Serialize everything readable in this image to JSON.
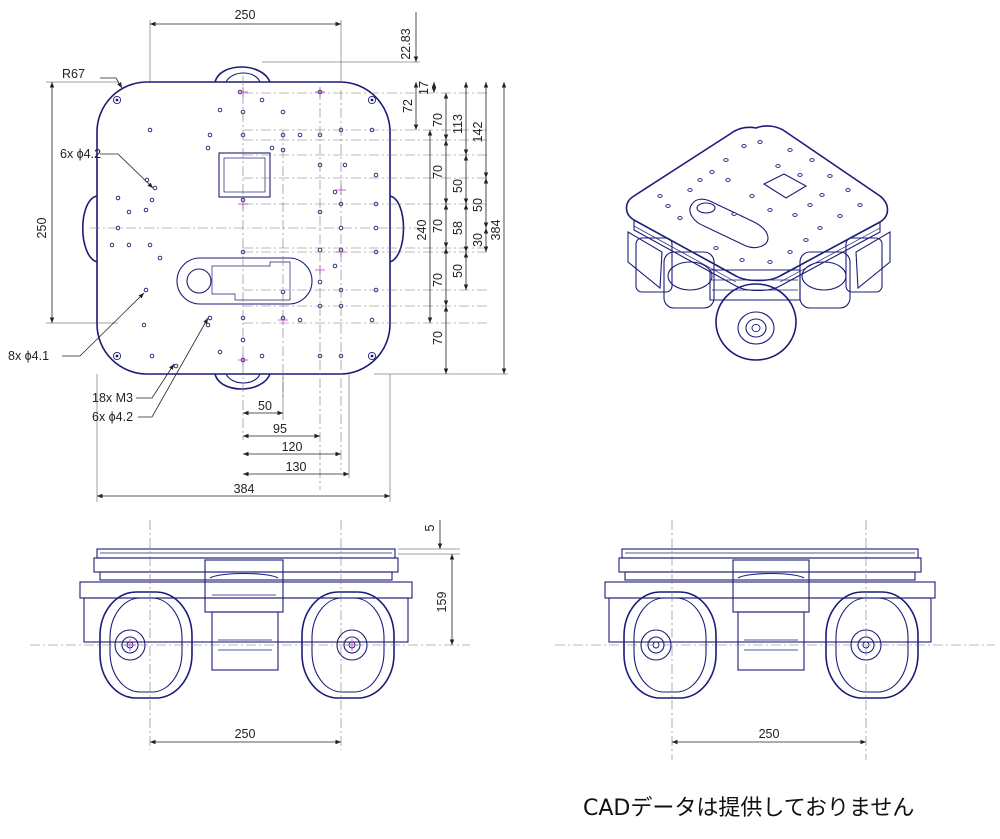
{
  "top_view": {
    "dims": {
      "top_250": "250",
      "top_22_83": "22.83",
      "left_250": "250",
      "right_17": "17",
      "right_72": "72",
      "right_70a": "70",
      "right_113": "113",
      "right_142": "142",
      "right_70b": "70",
      "right_50a": "50",
      "right_50b": "50",
      "right_70c": "70",
      "right_58": "58",
      "right_240": "240",
      "right_30": "30",
      "right_384": "384",
      "right_50c": "50",
      "right_70d": "70",
      "right_70e": "70",
      "bottom_50": "50",
      "bottom_95": "95",
      "bottom_120": "120",
      "bottom_130": "130",
      "bottom_384": "384"
    },
    "callouts": {
      "radius": "R67",
      "holes_6x_top": "6x ϕ4.2",
      "holes_8x": "8x ϕ4.1",
      "holes_18x": "18x M3",
      "holes_6x_bottom": "6x ϕ4.2"
    }
  },
  "front_view": {
    "dims": {
      "top_5": "5",
      "height_159": "159",
      "width_250": "250"
    }
  },
  "side_view": {
    "dims": {
      "width_250": "250"
    }
  },
  "caption": "CADデータは提供しておりません"
}
